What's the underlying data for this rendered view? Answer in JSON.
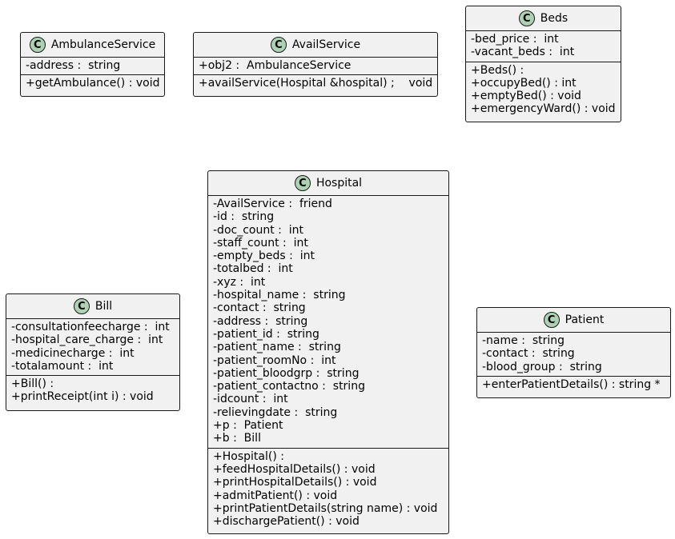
{
  "classes": {
    "ambulance": {
      "icon": "class-c-icon",
      "badge": "C",
      "name": "AmbulanceService",
      "attributes": [
        "-address :  string"
      ],
      "methods": [
        "+getAmbulance() : void"
      ]
    },
    "avail": {
      "icon": "class-c-icon",
      "badge": "C",
      "name": "AvailService",
      "attributes": [
        "+obj2 :  AmbulanceService"
      ],
      "methods": [
        "+availService(Hospital &hospital) ;    void"
      ]
    },
    "beds": {
      "icon": "class-c-icon",
      "badge": "C",
      "name": "Beds",
      "attributes": [
        "-bed_price :  int",
        "-vacant_beds :  int"
      ],
      "methods": [
        "+Beds() :",
        "+occupyBed() : int",
        "+emptyBed() : void",
        "+emergencyWard() : void"
      ]
    },
    "bill": {
      "icon": "class-c-icon",
      "badge": "C",
      "name": "Bill",
      "attributes": [
        "-consultationfeecharge :  int",
        "-hospital_care_charge :  int",
        "-medicinecharge :  int",
        "-totalamount :  int"
      ],
      "methods": [
        "+Bill() :",
        "+printReceipt(int i) : void"
      ]
    },
    "hospital": {
      "icon": "class-c-icon",
      "badge": "C",
      "name": "Hospital",
      "attributes": [
        "-AvailService :  friend",
        "-id :  string",
        "-doc_count :  int",
        "-staff_count :  int",
        "-empty_beds :  int",
        "-totalbed :  int",
        "-xyz :  int",
        "-hospital_name :  string",
        "-contact :  string",
        "-address :  string",
        "-patient_id :  string",
        "-patient_name :  string",
        "-patient_roomNo :  int",
        "-patient_bloodgrp :  string",
        "-patient_contactno :  string",
        "-idcount :  int",
        "-relievingdate :  string",
        "+p :  Patient",
        "+b :  Bill"
      ],
      "methods": [
        "+Hospital() :",
        "+feedHospitalDetails() : void",
        "+printHospitalDetails() : void",
        "+admitPatient() : void",
        "+printPatientDetails(string name) : void",
        "+dischargePatient() : void"
      ]
    },
    "patient": {
      "icon": "class-c-icon",
      "badge": "C",
      "name": "Patient",
      "attributes": [
        "-name :  string",
        "-contact :  string",
        "-blood_group :  string"
      ],
      "methods": [
        "+enterPatientDetails() : string *"
      ]
    }
  }
}
